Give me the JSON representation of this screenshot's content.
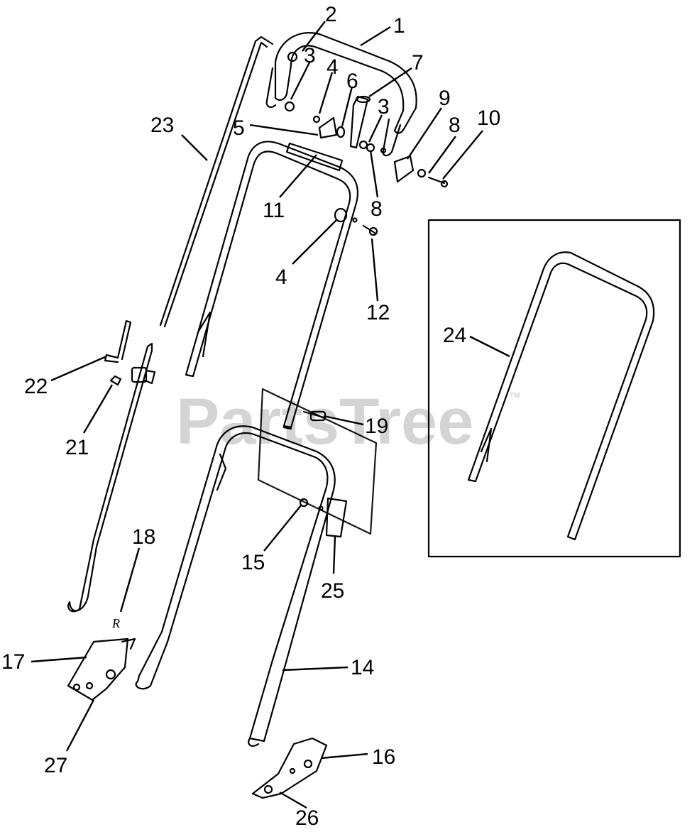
{
  "watermark": {
    "text": "PartsTree",
    "trademark": "TM"
  },
  "handwritten_note": "R",
  "callouts": [
    {
      "id": "c1",
      "label": "1"
    },
    {
      "id": "c2",
      "label": "2"
    },
    {
      "id": "c3a",
      "label": "3"
    },
    {
      "id": "c3b",
      "label": "3"
    },
    {
      "id": "c4a",
      "label": "4"
    },
    {
      "id": "c4b",
      "label": "4"
    },
    {
      "id": "c5",
      "label": "5"
    },
    {
      "id": "c6",
      "label": "6"
    },
    {
      "id": "c7",
      "label": "7"
    },
    {
      "id": "c8a",
      "label": "8"
    },
    {
      "id": "c8b",
      "label": "8"
    },
    {
      "id": "c9",
      "label": "9"
    },
    {
      "id": "c10",
      "label": "10"
    },
    {
      "id": "c11",
      "label": "11"
    },
    {
      "id": "c12",
      "label": "12"
    },
    {
      "id": "c14",
      "label": "14"
    },
    {
      "id": "c15",
      "label": "15"
    },
    {
      "id": "c16",
      "label": "16"
    },
    {
      "id": "c17",
      "label": "17"
    },
    {
      "id": "c18",
      "label": "18"
    },
    {
      "id": "c19",
      "label": "19"
    },
    {
      "id": "c21",
      "label": "21"
    },
    {
      "id": "c22",
      "label": "22"
    },
    {
      "id": "c23",
      "label": "23"
    },
    {
      "id": "c24",
      "label": "24"
    },
    {
      "id": "c25",
      "label": "25"
    },
    {
      "id": "c26",
      "label": "26"
    },
    {
      "id": "c27",
      "label": "27"
    }
  ]
}
